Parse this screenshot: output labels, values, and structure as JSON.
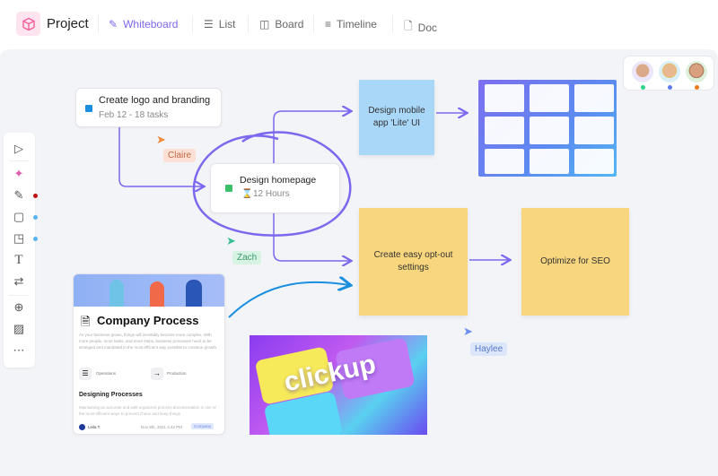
{
  "header": {
    "title": "Project",
    "tabs": [
      {
        "label": "Whiteboard",
        "icon": "whiteboard-icon",
        "active": true
      },
      {
        "label": "List",
        "icon": "list-icon"
      },
      {
        "label": "Board",
        "icon": "board-icon"
      },
      {
        "label": "Timeline",
        "icon": "timeline-icon"
      },
      {
        "label": "Doc",
        "icon": "doc-icon"
      }
    ]
  },
  "colors": {
    "accent": "#7b68ee",
    "blue_sticky": "#a9d7f8",
    "yellow_sticky": "#f8d67e",
    "connector": "#7b68ee"
  },
  "toolbar": {
    "tools": [
      "cursor-icon",
      "ai-shapes-icon",
      "pen-icon",
      "rectangle-icon",
      "sticky-note-icon",
      "text-icon",
      "connector-icon",
      "globe-icon",
      "image-icon",
      "more-icon"
    ]
  },
  "nodes": {
    "logo_task": {
      "title": "Create logo and branding",
      "meta": "Feb 12 - 18 tasks"
    },
    "homepage_task": {
      "title": "Design homepage",
      "meta": "12 Hours"
    },
    "sticky_mobile": "Design mobile app 'Lite' UI",
    "sticky_optout": "Create easy opt-out settings",
    "sticky_seo": "Optimize for SEO"
  },
  "cursors": [
    {
      "name": "Claire"
    },
    {
      "name": "Zach"
    },
    {
      "name": "Haylee"
    }
  ],
  "doc_card": {
    "title": "Company Process",
    "body": "As your business grows, things will inevitably become more complex. With more people, more tasks, and more steps, business processes need to be arranged and mandated in the most efficient way possible to continue growth.",
    "links": [
      "Operations",
      "Production"
    ],
    "section": "Designing Processes",
    "section_body": "Maintaining as accurate and well-organized process documentation is one of the most efficient ways to prevent chaos and keep things",
    "author": "Leila T.",
    "date": "Nov 8th, 2021 4:42 PM",
    "badge": "Company"
  },
  "brand_image": {
    "text": "clickup"
  }
}
